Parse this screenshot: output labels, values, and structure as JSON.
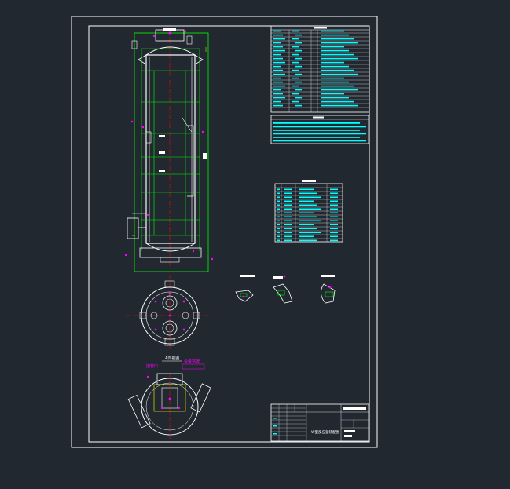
{
  "colors": {
    "background": "#212830",
    "border": "#ffffff",
    "outline": "#00ff00",
    "centerline": "#ff0000",
    "annotation": "#ff00ff",
    "table_text": "#00ffff",
    "dimension": "#ffff00"
  },
  "drawing": {
    "view_label_a": "A向视图",
    "magenta_note_1": "接管口",
    "magenta_note_2": "设备铭牌",
    "title_block_name": "W型反应釜装配图"
  }
}
